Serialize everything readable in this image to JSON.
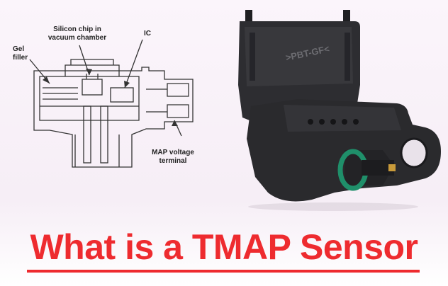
{
  "diagram": {
    "labels": {
      "silicon_chip_line1": "Silicon chip in",
      "silicon_chip_line2": "vacuum chamber",
      "ic": "IC",
      "gel_filler_line1": "Gel",
      "gel_filler_line2": "filler",
      "map_voltage_line1": "MAP voltage",
      "map_voltage_line2": "terminal"
    },
    "sensor_marking": ">PBT-GF<"
  },
  "headline": "What is a TMAP Sensor",
  "colors": {
    "headline": "#ee2b2f",
    "sensor_body": "#2b2b2e",
    "o_ring": "#1f8f6a",
    "diagram_ink": "#333333"
  }
}
